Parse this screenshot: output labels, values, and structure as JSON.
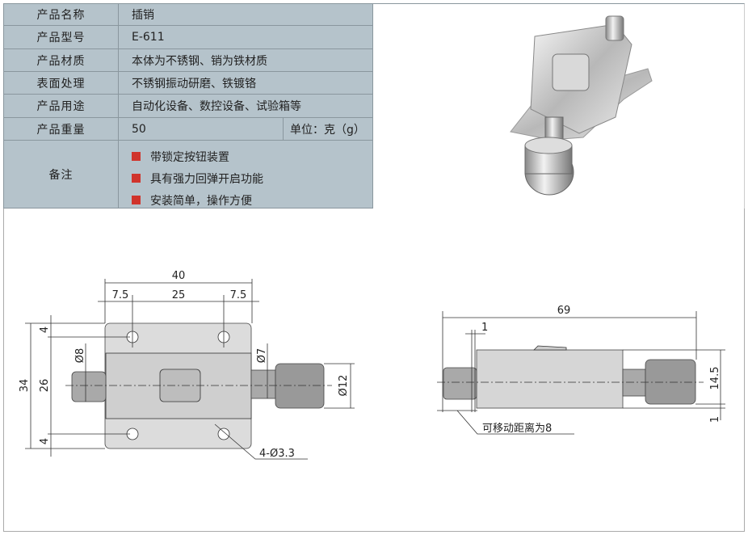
{
  "spec_table": {
    "rows": [
      {
        "label": "产品名称",
        "value": "插销"
      },
      {
        "label": "产品型号",
        "value": "E-611"
      },
      {
        "label": "产品材质",
        "value": "本体为不锈钢、销为铁材质"
      },
      {
        "label": "表面处理",
        "value": "不锈钢振动研磨、铁镀铬"
      },
      {
        "label": "产品用途",
        "value": "自动化设备、数控设备、试验箱等"
      },
      {
        "label": "产品重量",
        "value": "50",
        "unit": "单位：克（g）"
      }
    ],
    "notes_label": "备注",
    "notes": [
      "带锁定按钮装置",
      "具有强力回弹开启功能",
      "安装简单，操作方便"
    ],
    "bullet_color": "#d0342c",
    "background_color": "#b5c3cb"
  },
  "front_view": {
    "overall_width": "40",
    "edge_left": "7.5",
    "hole_spacing": "25",
    "edge_right": "7.5",
    "overall_height": "34",
    "hole_vertical": "26",
    "top_margin": "4",
    "bottom_margin": "4",
    "pin_diameter": "Ø8",
    "shaft_diameter": "Ø7",
    "knob_diameter": "Ø12",
    "holes": "4-Ø3.3"
  },
  "side_view": {
    "overall_length": "69",
    "gap": "1",
    "height": "14.5",
    "base_thickness": "1",
    "travel_note": "可移动距离为8"
  }
}
